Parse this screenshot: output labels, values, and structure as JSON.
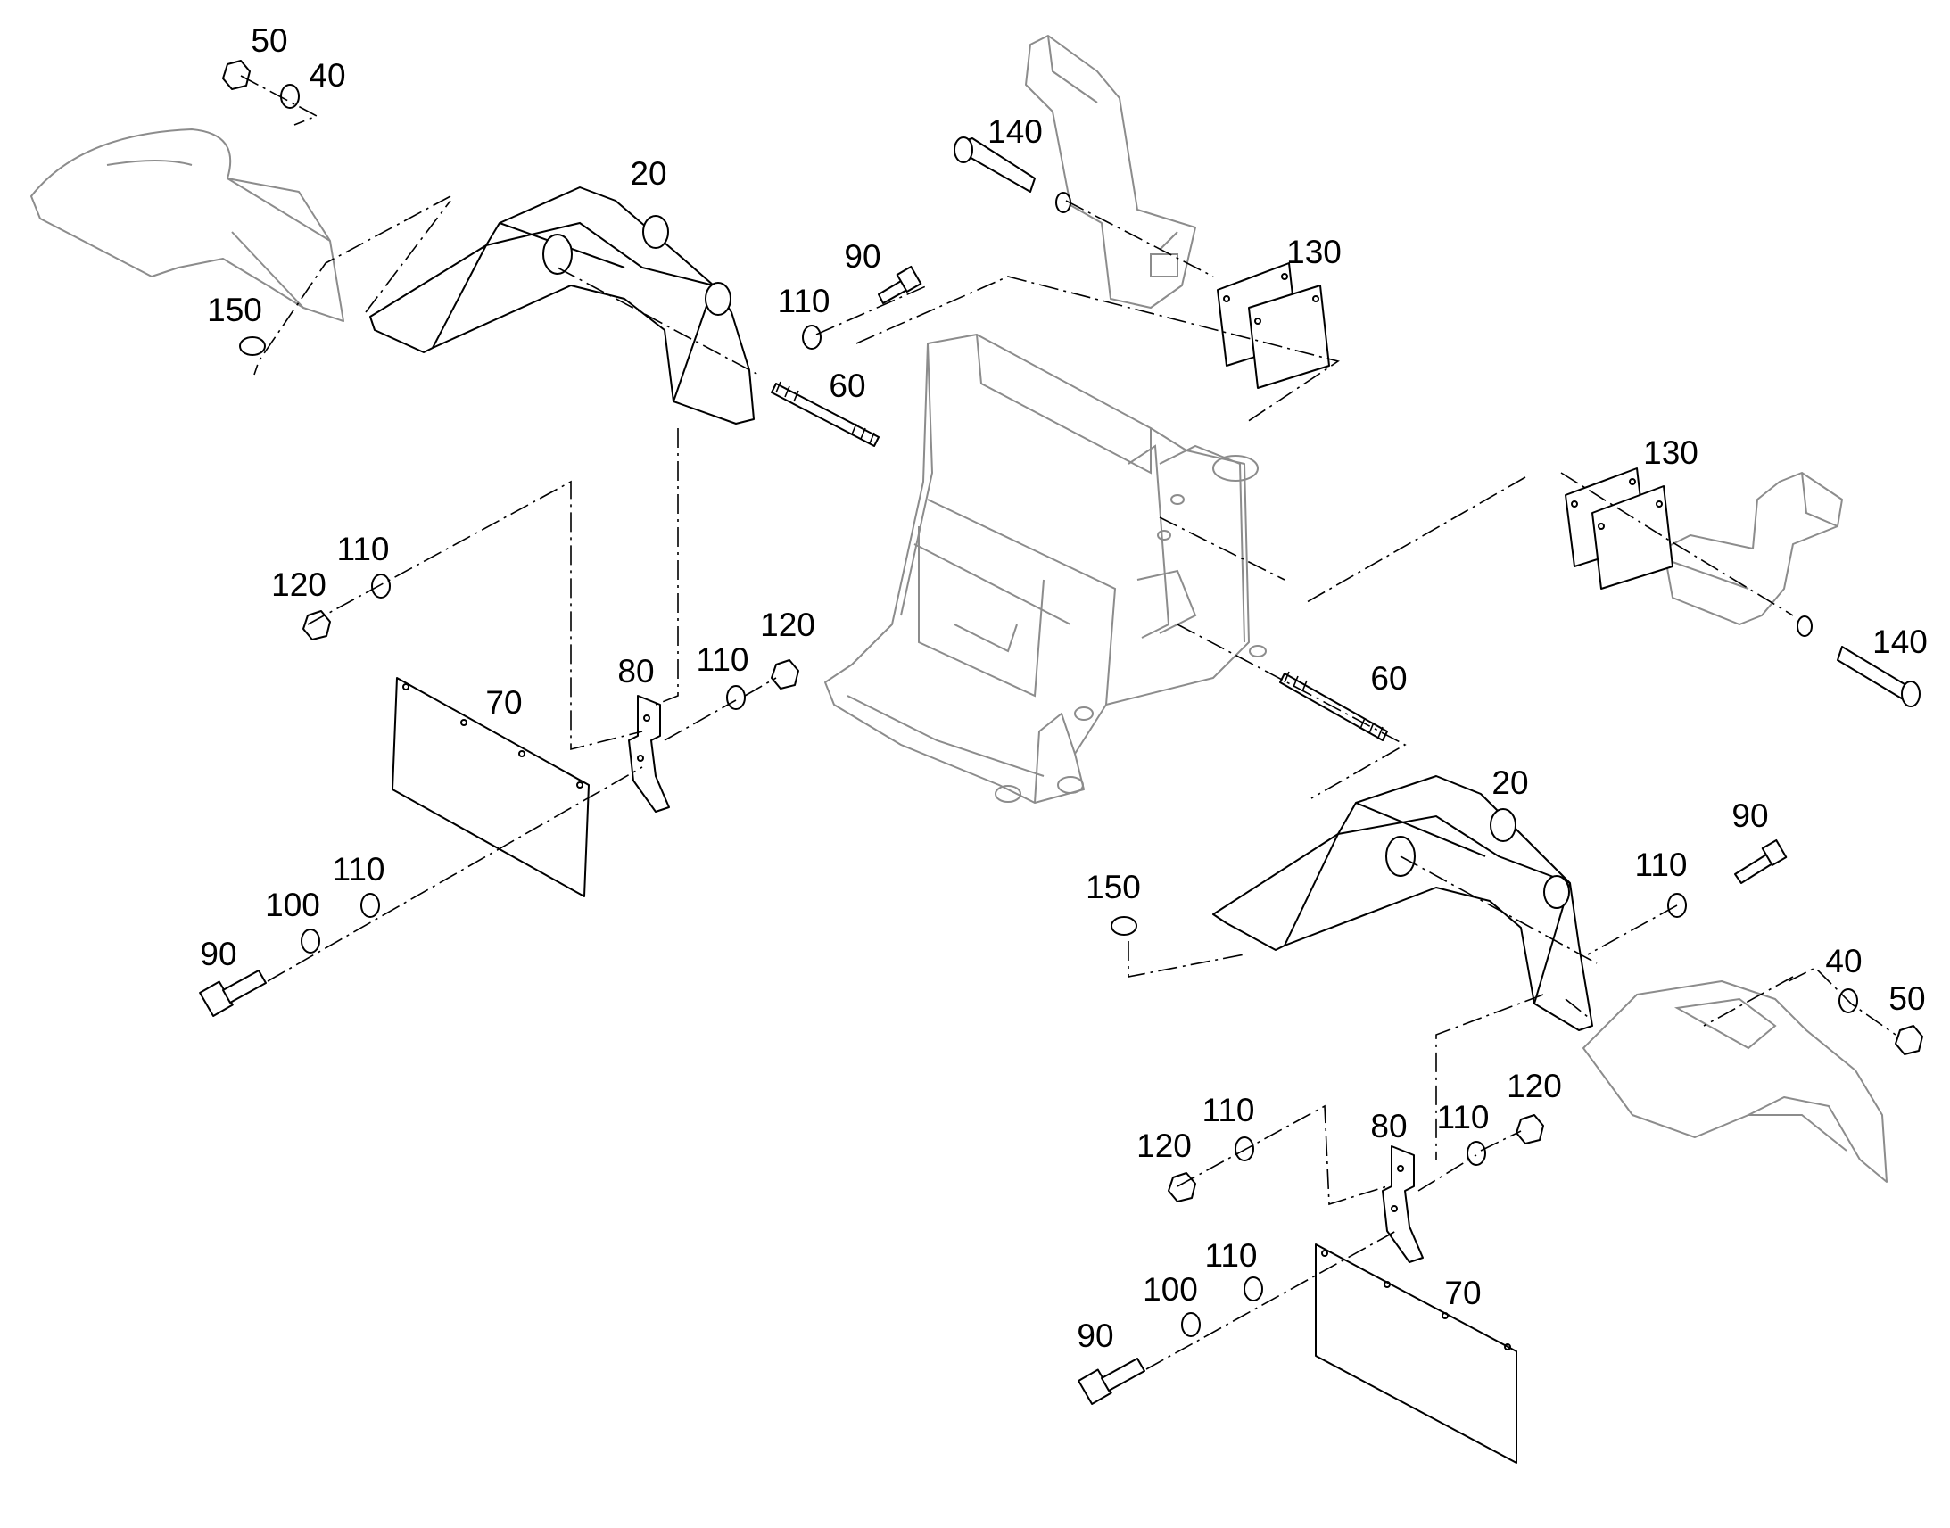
{
  "callouts": {
    "c01": "50",
    "c02": "40",
    "c03": "150",
    "c04": "20",
    "c05": "110",
    "c06": "90",
    "c07": "60",
    "c08": "140",
    "c09": "130",
    "c10": "130",
    "c11": "140",
    "c12": "60",
    "c13": "110",
    "c14": "120",
    "c15": "80",
    "c16": "110",
    "c17": "120",
    "c18": "70",
    "c19": "110",
    "c20": "100",
    "c21": "90",
    "c22": "20",
    "c23": "90",
    "c24": "110",
    "c25": "150",
    "c26": "40",
    "c27": "50",
    "c28": "110",
    "c29": "120",
    "c30": "80",
    "c31": "110",
    "c32": "120",
    "c33": "110",
    "c34": "100",
    "c35": "90",
    "c36": "70"
  }
}
